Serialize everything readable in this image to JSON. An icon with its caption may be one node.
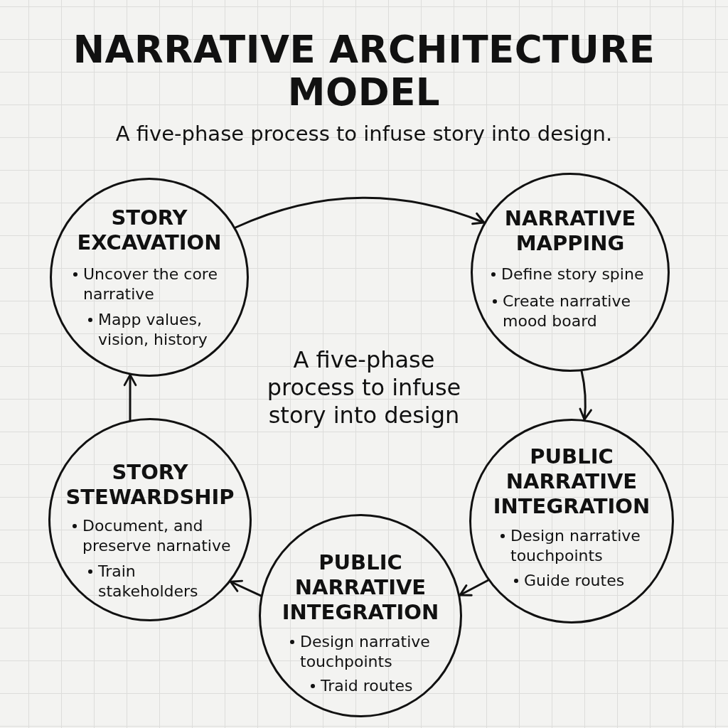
{
  "diagram": {
    "title": "NARRATIVE ARCHITECTURE MODEL",
    "nodes": [
      {
        "text": [
          "STORY EXCAVATION",
          "Uncover the core narrative",
          "Mapp values, vision, history"
        ]
      },
      {
        "text": [
          "NARRATIVE MAPPING",
          "Define story spine",
          "Create narrative mood board"
        ]
      },
      {
        "text": [
          "PUBLIC NARRATIVE INTEGRATION",
          "Design narrative touchpoints",
          "Guide routes"
        ]
      },
      {
        "text": [
          "PUBLIC NARRATIVE INTEGRATION",
          "Design narrative touchpoints",
          "Traid routes"
        ]
      },
      {
        "text": [
          "STORY STEWARDSHIP",
          "Document, and preserve narnative",
          "Train stakeholders"
        ]
      }
    ],
    "edges": [
      {
        "from": 0,
        "to": 1,
        "arrow": "to"
      },
      {
        "from": 1,
        "to": 2,
        "arrow": "to"
      },
      {
        "from": 2,
        "to": 3,
        "arrow": "to"
      },
      {
        "from": 3,
        "to": 4,
        "arrow": "to"
      },
      {
        "from": 4,
        "to": 0,
        "arrow": "to"
      }
    ],
    "labels": [
      "A five-phase process to infuse story into design.",
      "A five-phase process to infuse story into design"
    ]
  }
}
